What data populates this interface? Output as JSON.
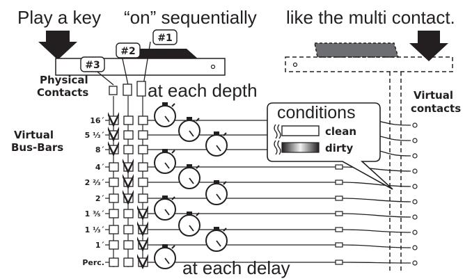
{
  "captions": {
    "play_key": "Play a key",
    "on_sequentially": "“on” sequentially",
    "like_multi": "like the multi contact.",
    "at_each_depth": "at each depth",
    "at_each_delay": "at each delay"
  },
  "labels": {
    "physical_line1": "Physical",
    "physical_line2": "Contacts",
    "virtual_bus_line1": "Virtual",
    "virtual_bus_line2": "Bus-Bars",
    "virtual_contacts_line1": "Virtual",
    "virtual_contacts_line2": "contacts"
  },
  "contacts": [
    "#3",
    "#2",
    "#1"
  ],
  "bus_bars": [
    "16´",
    "5 ⅓´",
    "8´",
    "4´",
    "2 ⅔´",
    "2´",
    "1 ⅗´",
    "1 ⅓´",
    "1´",
    "Perc."
  ],
  "conditions": {
    "title": "conditions",
    "clean": "clean",
    "dirty": "dirty"
  },
  "colors": {
    "ink": "#231f20",
    "key_gray": "#6d6e71",
    "background": "#ffffff"
  }
}
